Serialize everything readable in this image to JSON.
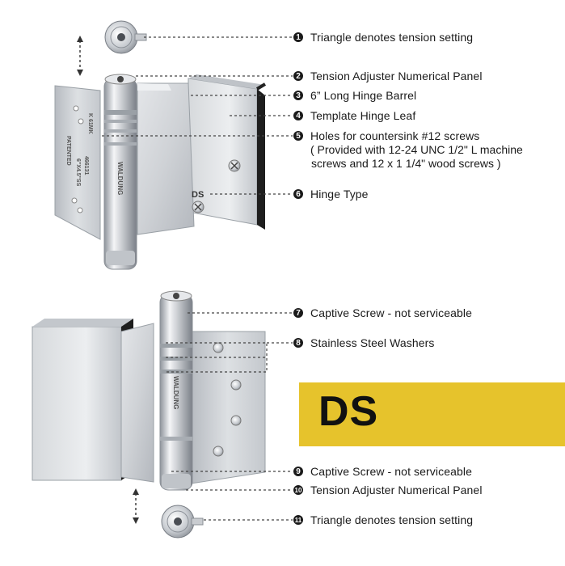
{
  "callouts": [
    {
      "num": "1",
      "label": "Triangle denotes tension setting"
    },
    {
      "num": "2",
      "label": "Tension Adjuster Numerical Panel"
    },
    {
      "num": "3",
      "label": "6” Long Hinge Barrel"
    },
    {
      "num": "4",
      "label": "Template Hinge Leaf"
    },
    {
      "num": "5",
      "label": "Holes for countersink #12 screws",
      "detail_line1": "( Provided with 12-24 UNC 1/2\" L machine",
      "detail_line2": "screws and 12 x 1 1/4\" wood screws )"
    },
    {
      "num": "6",
      "label": "Hinge Type"
    },
    {
      "num": "7",
      "label": "Captive Screw - not serviceable"
    },
    {
      "num": "8",
      "label": "Stainless Steel Washers"
    },
    {
      "num": "9",
      "label": "Captive Screw - not serviceable"
    },
    {
      "num": "10",
      "label": "Tension Adjuster Numerical Panel"
    },
    {
      "num": "11",
      "label": "Triangle denotes tension setting"
    }
  ],
  "banner": {
    "text": "DS",
    "color": "#e6c32c"
  },
  "hinge_engravings": {
    "leaf_stamp": "DS",
    "barrel_brand": "WALDUNG",
    "side_text_1": "K 61MK",
    "side_text_2": "PATENTED",
    "side_text_3": "466131",
    "side_text_4": "6\"X4.5\"SS"
  },
  "colors": {
    "text": "#1a1a1a",
    "dashed_line": "#444444",
    "metal": "#d2d5d9"
  }
}
